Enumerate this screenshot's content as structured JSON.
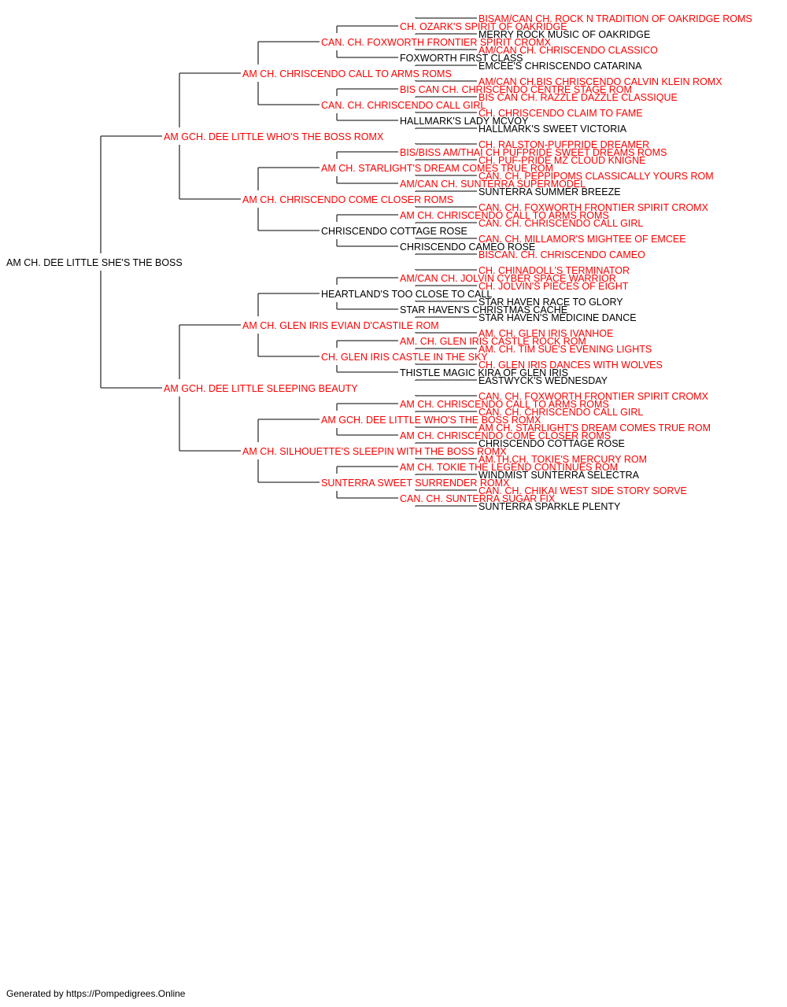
{
  "colors": {
    "titled": "#ff0000",
    "plain": "#000000",
    "line": "#333333"
  },
  "pedigree": {
    "name": "AM CH. DEE LITTLE SHE'S THE BOSS",
    "titled": false,
    "sire": {
      "name": "AM GCH. DEE LITTLE WHO'S THE BOSS ROMX",
      "titled": true,
      "sire": {
        "name": "AM CH. CHRISCENDO CALL TO ARMS ROMS",
        "titled": true,
        "sire": {
          "name": "CAN. CH. FOXWORTH FRONTIER SPIRIT CROMX",
          "titled": true,
          "sire": {
            "name": "CH. OZARK'S SPIRIT OF OAKRIDGE",
            "titled": true,
            "sire": {
              "name": "BISAM/CAN CH. ROCK N TRADITION OF OAKRIDGE ROMS",
              "titled": true
            },
            "dam": {
              "name": "MERRY ROCK MUSIC OF OAKRIDGE",
              "titled": false
            }
          },
          "dam": {
            "name": "FOXWORTH FIRST CLASS",
            "titled": false,
            "sire": {
              "name": "AM/CAN CH. CHRISCENDO CLASSICO",
              "titled": true
            },
            "dam": {
              "name": "EMCEE'S CHRISCENDO CATARINA",
              "titled": false
            }
          }
        },
        "dam": {
          "name": "CAN. CH. CHRISCENDO CALL GIRL",
          "titled": true,
          "sire": {
            "name": "BIS CAN CH. CHRISCENDO CENTRE STAGE ROM",
            "titled": true,
            "sire": {
              "name": "AM/CAN CH.BIS CHRISCENDO CALVIN KLEIN ROMX",
              "titled": true
            },
            "dam": {
              "name": "BIS CAN CH. RAZZLE DAZZLE CLASSIQUE",
              "titled": true
            }
          },
          "dam": {
            "name": "HALLMARK'S LADY MCVOY",
            "titled": false,
            "sire": {
              "name": "CH. CHRISCENDO CLAIM TO FAME",
              "titled": true
            },
            "dam": {
              "name": "HALLMARK'S SWEET VICTORIA",
              "titled": false
            }
          }
        }
      },
      "dam": {
        "name": "AM CH. CHRISCENDO COME CLOSER ROMS",
        "titled": true,
        "sire": {
          "name": "AM CH. STARLIGHT'S DREAM COMES TRUE ROM",
          "titled": true,
          "sire": {
            "name": "BIS/BISS AM/THAI CH PUFPRIDE SWEET DREAMS ROMS",
            "titled": true,
            "sire": {
              "name": "CH. RALSTON-PUFPRIDE DREAMER",
              "titled": true
            },
            "dam": {
              "name": "CH. PUF-PRIDE MZ CLOUD KNIGNE",
              "titled": true
            }
          },
          "dam": {
            "name": "AM/CAN CH. SUNTERRA SUPERMODEL",
            "titled": true,
            "sire": {
              "name": "CAN. CH. PEPPIPOMS CLASSICALLY YOURS ROM",
              "titled": true
            },
            "dam": {
              "name": "SUNTERRA SUMMER BREEZE",
              "titled": false
            }
          }
        },
        "dam": {
          "name": "CHRISCENDO COTTAGE ROSE",
          "titled": false,
          "sire": {
            "name": "AM CH. CHRISCENDO CALL TO ARMS ROMS",
            "titled": true,
            "sire": {
              "name": "CAN. CH. FOXWORTH FRONTIER SPIRIT CROMX",
              "titled": true
            },
            "dam": {
              "name": "CAN. CH. CHRISCENDO CALL GIRL",
              "titled": true
            }
          },
          "dam": {
            "name": "CHRISCENDO CAMEO ROSE",
            "titled": false,
            "sire": {
              "name": "CAN. CH. MILLAMOR'S MIGHTEE OF EMCEE",
              "titled": true
            },
            "dam": {
              "name": "BISCAN. CH. CHRISCENDO CAMEO",
              "titled": true
            }
          }
        }
      }
    },
    "dam": {
      "name": "AM GCH. DEE LITTLE SLEEPING BEAUTY",
      "titled": true,
      "sire": {
        "name": "AM CH. GLEN IRIS EVIAN D'CASTILE ROM",
        "titled": true,
        "sire": {
          "name": "HEARTLAND'S TOO CLOSE TO CALL",
          "titled": false,
          "sire": {
            "name": "AM/CAN CH. JOLVIN CYBER SPACE WARRIOR",
            "titled": true,
            "sire": {
              "name": "CH. CHINADOLL'S TERMINATOR",
              "titled": true
            },
            "dam": {
              "name": "CH. JOLVIN'S PIECES OF EIGHT",
              "titled": true
            }
          },
          "dam": {
            "name": "STAR HAVEN'S CHRISTMAS CACHE",
            "titled": false,
            "sire": {
              "name": "STAR HAVEN RACE TO GLORY",
              "titled": false
            },
            "dam": {
              "name": "STAR HAVEN'S MEDICINE DANCE",
              "titled": false
            }
          }
        },
        "dam": {
          "name": "CH. GLEN IRIS CASTLE IN THE SKY",
          "titled": true,
          "sire": {
            "name": "AM. CH. GLEN IRIS CASTLE ROCK ROM",
            "titled": true,
            "sire": {
              "name": "AM. CH. GLEN IRIS IVANHOE",
              "titled": true
            },
            "dam": {
              "name": "AM. CH. TIM SUE'S EVENING LIGHTS",
              "titled": true
            }
          },
          "dam": {
            "name": "THISTLE MAGIC KIRA OF GLEN IRIS",
            "titled": false,
            "sire": {
              "name": "CH. GLEN IRIS DANCES WITH WOLVES",
              "titled": true
            },
            "dam": {
              "name": "EASTWYCK'S WEDNESDAY",
              "titled": false
            }
          }
        }
      },
      "dam": {
        "name": "AM CH. SILHOUETTE'S SLEEPIN WITH THE BOSS ROMX",
        "titled": true,
        "sire": {
          "name": "AM GCH. DEE LITTLE WHO'S THE BOSS ROMX",
          "titled": true,
          "sire": {
            "name": "AM CH. CHRISCENDO CALL TO ARMS ROMS",
            "titled": true,
            "sire": {
              "name": "CAN. CH. FOXWORTH FRONTIER SPIRIT CROMX",
              "titled": true
            },
            "dam": {
              "name": "CAN. CH. CHRISCENDO CALL GIRL",
              "titled": true
            }
          },
          "dam": {
            "name": "AM CH. CHRISCENDO COME CLOSER ROMS",
            "titled": true,
            "sire": {
              "name": "AM CH. STARLIGHT'S DREAM COMES TRUE ROM",
              "titled": true
            },
            "dam": {
              "name": "CHRISCENDO COTTAGE ROSE",
              "titled": false
            }
          }
        },
        "dam": {
          "name": "SUNTERRA SWEET SURRENDER ROMX",
          "titled": true,
          "sire": {
            "name": "AM CH. TOKIE THE LEGEND CONTINUES ROM",
            "titled": true,
            "sire": {
              "name": "AM.TH.CH. TOKIE'S MERCURY ROM",
              "titled": true
            },
            "dam": {
              "name": "WINDMIST SUNTERRA SELECTRA",
              "titled": false
            }
          },
          "dam": {
            "name": "CAN. CH. SUNTERRA SUGAR FIX",
            "titled": true,
            "sire": {
              "name": "CAN. CH. CHIKAI WEST SIDE STORY SORVE",
              "titled": true
            },
            "dam": {
              "name": "SUNTERRA SPARKLE PLENTY",
              "titled": false
            }
          }
        }
      }
    }
  },
  "footer": {
    "text": "Generated by https://Pompedigrees.Online"
  }
}
